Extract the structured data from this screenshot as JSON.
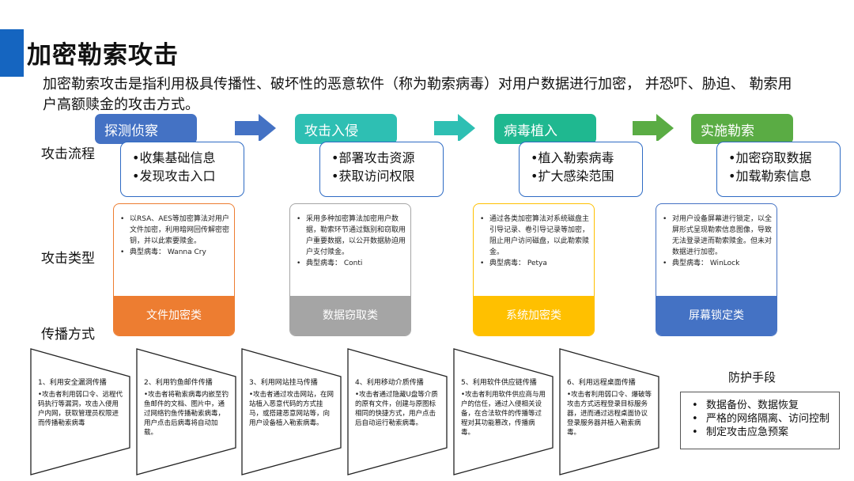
{
  "title": "加密勒索攻击",
  "intro": "加密勒索攻击是指利用极具传播性、破坏性的恶意软件（称为勒索病毒）对用户数据进行加密， 并恐吓、胁迫、 勒索用户高额赎金的攻击方式。",
  "row_labels": {
    "flow": "攻击流程",
    "types": "攻击类型",
    "spread": "传播方式"
  },
  "stages": [
    {
      "title": "探测侦察",
      "color": "#4472c4",
      "items": [
        "•收集基础信息",
        "•发现攻击入口"
      ]
    },
    {
      "title": "攻击入侵",
      "color": "#2ebfb3",
      "items": [
        "•部署攻击资源",
        "•获取访问权限"
      ]
    },
    {
      "title": "病毒植入",
      "color": "#1fb890",
      "items": [
        "•植入勒索病毒",
        "•扩大感染范围"
      ]
    },
    {
      "title": "实施勒索",
      "color": "#5aac44",
      "items": [
        "•加密窃取数据",
        "•加载勒索信息"
      ]
    }
  ],
  "arrow_colors": [
    "#4472c4",
    "#2ebfb3",
    "#5aac44"
  ],
  "attack_types": [
    {
      "desc": "以RSA、AES等加密算法对用户文件加密，利用暗网回传解密密钥，并以此索要赎金。",
      "virus": "典型病毒： Wanna Cry",
      "label": "文件加密类",
      "color": "#ed7d31"
    },
    {
      "desc": "采用多种加密算法加密用户数据，勒索环节通过甄别和窃取用户重要数据，以公开数据胁迫用户支付赎金。",
      "virus": "典型病毒： Conti",
      "label": "数据窃取类",
      "color": "#a5a5a5"
    },
    {
      "desc": "通过各类加密算法对系统磁盘主引导记录、卷引导记录等加密，阻止用户访问磁盘，以此勒索赎金。",
      "virus": "典型病毒： Petya",
      "label": "系统加密类",
      "color": "#ffc000"
    },
    {
      "desc": "对用户设备屏幕进行锁定，以全屏形式呈现勒索信息图像，导致无法登录进而勒索赎金。但未对数据进行加密。",
      "virus": "典型病毒： WinLock",
      "label": "屏幕锁定类",
      "color": "#4472c4"
    }
  ],
  "spread_methods": [
    {
      "title": "1、利用安全漏洞传播",
      "body": "•攻击者利用弱口令、远程代码执行等漏洞，攻击入侵用户内网，获取管理员权限进而传播勒索病毒"
    },
    {
      "title": "2、利用钓鱼邮件传播",
      "body": "•攻击者将勒索病毒内嵌至钓鱼邮件的文档、图片中，通过网络钓鱼传播勒索病毒，用户点击后病毒将自动加载。"
    },
    {
      "title": "3、利用网站挂马传播",
      "body": "•攻击者通过攻击网站，在网站植入恶意代码的方式挂马，或搭建恶意网站等，向用户设备植入勒索病毒。"
    },
    {
      "title": "4、利用移动介质传播",
      "body": "•攻击者通过隐藏U盘等介质的原有文件，创建与原图标相同的快捷方式，用户点击后自动运行勒索病毒。"
    },
    {
      "title": "5、利用软件供应链传播",
      "body": "•攻击者利用软件供应商与用户的信任，通过入侵相关设备，在合法软件的传播等过程对其功能篡改，传播病毒。"
    },
    {
      "title": "6、利用远程桌面传播",
      "body": "•攻击者利用弱口令、爆破等攻击方式远程登录目标服务器，进而通过远程桌面协议登录服务器并植入勒索病毒。"
    }
  ],
  "defense": {
    "title": "防护手段",
    "items": [
      "数据备份、数据恢复",
      "严格的网络隔离、访问控制",
      "制定攻击应急预案"
    ]
  }
}
